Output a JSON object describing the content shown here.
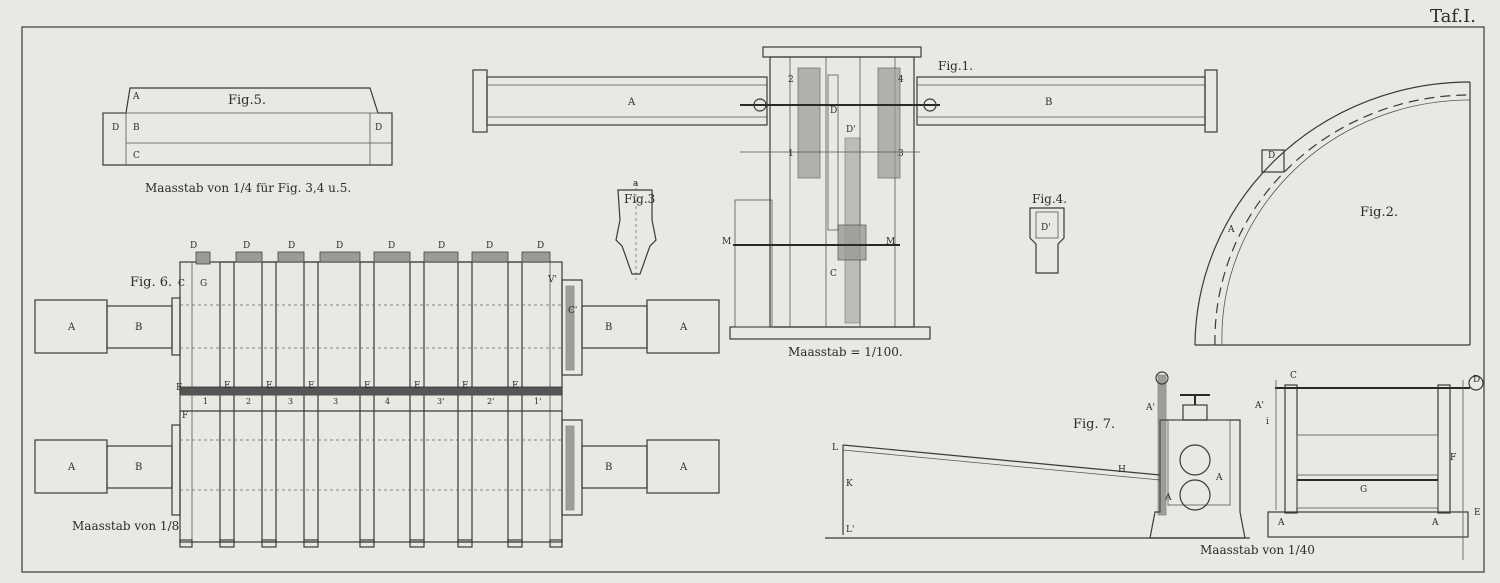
{
  "plate_title": "Taf.I.",
  "figures": {
    "fig1": {
      "label": "Fig.1.",
      "scale": "Maasstab = 1/100.",
      "letters": {
        "A": "A",
        "B": "B",
        "C": "C",
        "D": "D",
        "D2": "D'",
        "M": "M",
        "M2": "M",
        "n1": "1",
        "n2": "2",
        "n3": "3",
        "n4": "4"
      }
    },
    "fig2": {
      "label": "Fig.2.",
      "letters": {
        "A": "A",
        "D": "D"
      }
    },
    "fig3": {
      "label": "Fig.3",
      "letters": {
        "a": "a"
      }
    },
    "fig4": {
      "label": "Fig.4.",
      "letters": {
        "D": "D'"
      }
    },
    "fig5": {
      "label": "Fig.5.",
      "scale": "Maasstab von 1/4 für Fig. 3,4 u.5.",
      "letters": {
        "A": "A",
        "B": "B",
        "C": "C",
        "D1": "D",
        "D2": "D"
      }
    },
    "fig6": {
      "label": "Fig. 6.",
      "scale": "Maasstab von 1/8",
      "letters": {
        "A": "A",
        "B": "B",
        "C": "C",
        "G": "G",
        "F": "F",
        "E": "E",
        "D": "D",
        "C2": "C'",
        "V": "V'"
      },
      "roll_numbers": [
        "1",
        "2",
        "3",
        "3",
        "4",
        "3'",
        "2'",
        "1'"
      ]
    },
    "fig7": {
      "label": "Fig. 7.",
      "scale": "Maasstab von 1/40",
      "letters": {
        "L": "L",
        "K": "K",
        "L2": "L'",
        "H": "H",
        "A": "A",
        "A2": "A'",
        "C": "C",
        "D": "D",
        "E": "E",
        "F": "F",
        "G": "G",
        "i": "i"
      }
    }
  },
  "colors": {
    "paper": "#e9e8e3",
    "ink": "#2b2b2b"
  }
}
